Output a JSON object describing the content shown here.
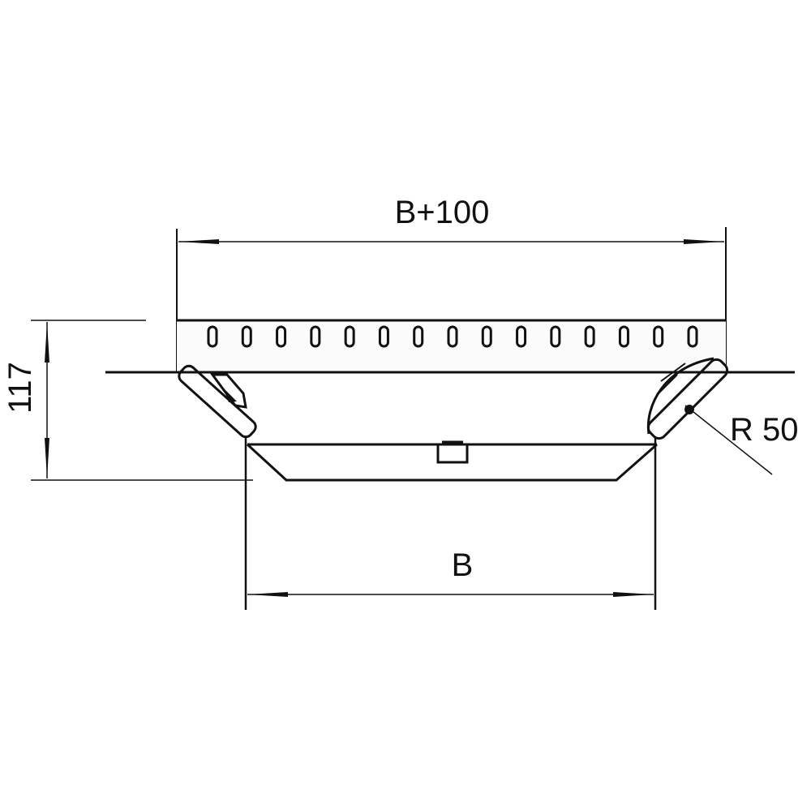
{
  "drawing": {
    "dim_overall_width": "B+100",
    "dim_inner_width": "B",
    "dim_height": "117",
    "dim_radius": "R 50",
    "slot_count": 15,
    "line_color": "#111111",
    "background": "#ffffff"
  }
}
